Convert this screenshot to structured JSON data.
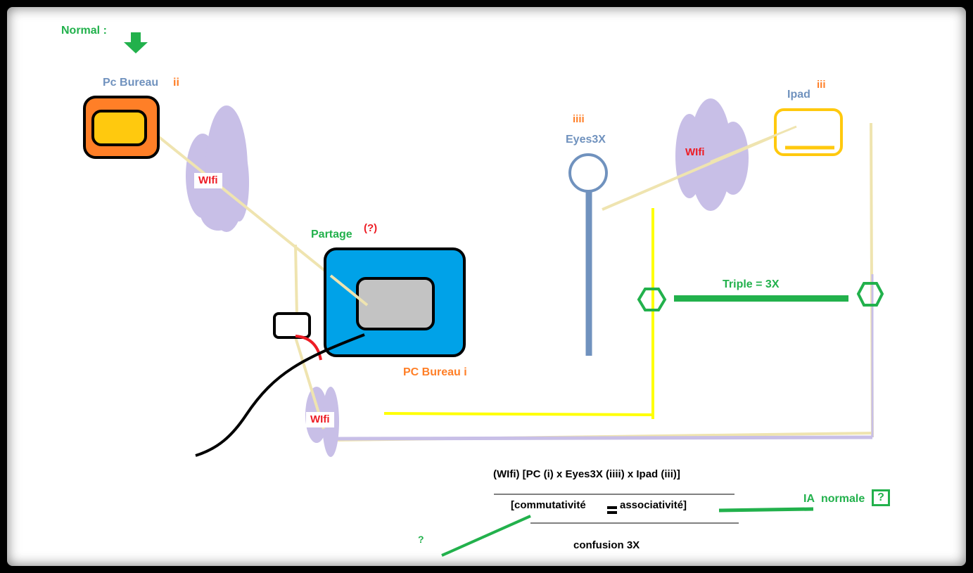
{
  "colors": {
    "green": "#22b14c",
    "blue_label": "#7092be",
    "orange_label": "#ff7f27",
    "red": "#ed1c24",
    "dark": "#000000",
    "cloud": "#c8bfe7",
    "wire": "#efe4b0",
    "yellow": "#ffff00",
    "pc_blue": "#00a2e8",
    "pc_orange": "#ff7f27",
    "screen_yellow": "#ffc90e",
    "screen_gray": "#c3c3c3",
    "ipad_yellow": "#ffc90e"
  },
  "labels": {
    "normal": "Normal :",
    "pc_bureau_ii": "Pc Bureau",
    "ii": "ii",
    "wifi": "WIfi",
    "partage": "Partage",
    "partage_q": "(?)",
    "pc_bureau_i": "PC Bureau i",
    "iiii": "iiii",
    "eyes3x": "Eyes3X",
    "iii": "iii",
    "ipad": "Ipad",
    "triple": "Triple = 3X",
    "formula_top": "(WIfi) [PC (i) x Eyes3X (iiii) x Ipad (iii)]",
    "formula_middle_left": "[commutativité",
    "formula_middle_right": "associativité]",
    "formula_bottom": "confusion 3X",
    "question": "?",
    "ia": "IA",
    "normale": "normale",
    "normale_q": "?"
  },
  "icons": [
    "arrow-down-icon",
    "cloud-icon",
    "hexagon-icon",
    "eye-stick-icon"
  ]
}
